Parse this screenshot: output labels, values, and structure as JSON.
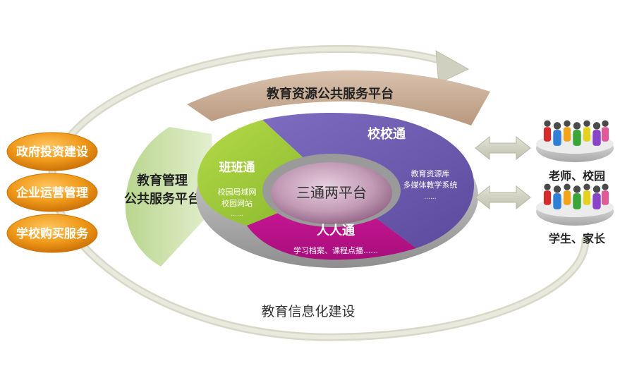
{
  "outer_cycle": {
    "label": "教育信息化建设"
  },
  "top_platform": {
    "label": "教育资源公共服务平台"
  },
  "left_platform": {
    "line1": "教育管理",
    "line2": "公共服务平台"
  },
  "center": {
    "label": "三通两平台"
  },
  "segments": {
    "banbantong": {
      "title": "班班通",
      "line1": "校园局域网",
      "line2": "校园网站",
      "dots": "......"
    },
    "xiaoxiaotong": {
      "title": "校校通",
      "line1": "教育资源库",
      "line2": "多媒体教学系统",
      "dots": "......"
    },
    "renrentong": {
      "title": "人人通",
      "line1": "学习档案、课程点播......"
    }
  },
  "left_pills": [
    "政府投资建设",
    "企业运营管理",
    "学校购买服务"
  ],
  "user_groups": [
    {
      "label": "老师、校园"
    },
    {
      "label": "学生、家长"
    }
  ],
  "colors": {
    "orange": "#e8890c",
    "purple": "#6a5aab",
    "green": "#9ec83a",
    "magenta": "#c0148e",
    "tan": "#c4a68d",
    "light_green": "#c6dba0",
    "arrow_gray": "#d2d2c2"
  }
}
